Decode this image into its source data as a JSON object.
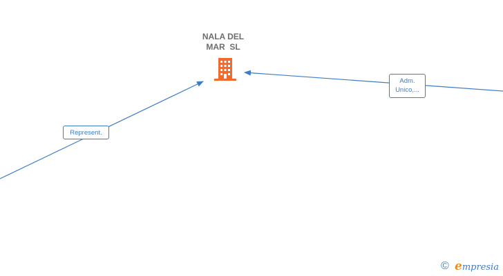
{
  "company": {
    "name_line1": "NALA DEL",
    "name_line2": "MAR  SL",
    "icon": "building-icon",
    "icon_color": "#f26a2e"
  },
  "relations": [
    {
      "label": "Represent."
    },
    {
      "label_line1": "Adm.",
      "label_line2": "Unico,..."
    }
  ],
  "colors": {
    "edge": "#3d7cc9",
    "node_text": "#6d6d6d",
    "brand_accent": "#f28c1a"
  },
  "footer": {
    "copyright_symbol": "©",
    "brand_initial": "e",
    "brand_rest": "mpresia"
  }
}
